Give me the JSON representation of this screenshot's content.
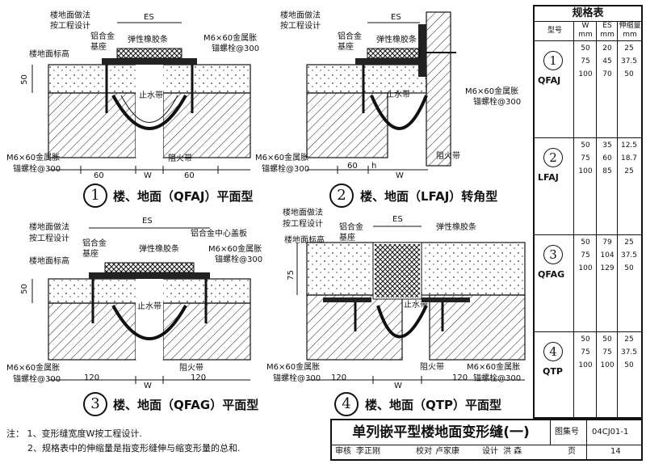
{
  "details": [
    {
      "id": "1",
      "caption": "楼、地面（QFAJ）平面型",
      "labels": {
        "practice": "楼地面做法",
        "practice2": "按工程设计",
        "floor_level": "楼地面标高",
        "al_base": "铝合金",
        "al_base2": "基座",
        "rubber": "弹性橡胶条",
        "bolt": "M6×60金属胀",
        "bolt2": "锚螺栓@300",
        "waterstop": "止水带",
        "fireproof": "阻火带",
        "bolt_left": "M6×60金属胀",
        "bolt_left2": "锚螺栓@300"
      },
      "dims": {
        "es": "ES",
        "w": "W",
        "left": "60",
        "right": "60",
        "depth": "50"
      }
    },
    {
      "id": "2",
      "caption": "楼、地面（LFAJ）转角型",
      "labels": {
        "practice": "楼地面做法",
        "practice2": "按工程设计",
        "al_base": "铝合金",
        "al_base2": "基座",
        "rubber": "弹性橡胶条",
        "bolt": "M6×60金属胀",
        "bolt2": "锚螺栓@300",
        "waterstop": "止水带",
        "fireproof": "阻火带",
        "bolt_left": "M6×60金属胀",
        "bolt_left2": "锚螺栓@300"
      },
      "dims": {
        "es": "ES",
        "w": "W",
        "left": "60",
        "h": "h"
      }
    },
    {
      "id": "3",
      "caption": "楼、地面（QFAG）平面型",
      "labels": {
        "practice": "楼地面做法",
        "practice2": "按工程设计",
        "floor_level": "楼地面标高",
        "al_base": "铝合金",
        "al_base2": "基座",
        "rubber": "弹性橡胶条",
        "center_plate": "铝合金中心盖板",
        "bolt": "M6×60金属胀",
        "bolt2": "锚螺栓@300",
        "waterstop": "止水带",
        "fireproof": "阻火带",
        "bolt_left": "M6×60金属胀",
        "bolt_left2": "锚螺栓@300"
      },
      "dims": {
        "es": "ES",
        "w": "W",
        "left": "120",
        "right": "120",
        "depth": "50"
      }
    },
    {
      "id": "4",
      "caption": "楼、地面（QTP）平面型",
      "labels": {
        "practice": "楼地面做法",
        "practice2": "按工程设计",
        "floor_level": "楼地面标高",
        "al_base": "铝合金",
        "al_base2": "基座",
        "rubber": "弹性橡胶条",
        "waterstop": "止水带",
        "fireproof": "阻火带",
        "bolt_left": "M6×60金属胀",
        "bolt_left2": "锚螺栓@300",
        "bolt_right": "M6×60金属胀",
        "bolt_right2": "锚螺栓@300"
      },
      "dims": {
        "es": "ES",
        "w": "W",
        "left": "120",
        "right": "120",
        "depth": "75"
      }
    }
  ],
  "spec_table": {
    "title": "规格表",
    "headers": {
      "type": "型号",
      "w": "W",
      "w_unit": "mm",
      "es": "ES",
      "es_unit": "mm",
      "stretch": "伸缩量",
      "stretch_unit": "mm"
    },
    "groups": [
      {
        "num": "1",
        "code": "QFAJ",
        "rows": [
          [
            "50",
            "20",
            "25"
          ],
          [
            "75",
            "45",
            "37.5"
          ],
          [
            "100",
            "70",
            "50"
          ]
        ]
      },
      {
        "num": "2",
        "code": "LFAJ",
        "rows": [
          [
            "50",
            "35",
            "12.5"
          ],
          [
            "75",
            "60",
            "18.7"
          ],
          [
            "100",
            "85",
            "25"
          ]
        ]
      },
      {
        "num": "3",
        "code": "QFAG",
        "rows": [
          [
            "50",
            "79",
            "25"
          ],
          [
            "75",
            "104",
            "37.5"
          ],
          [
            "100",
            "129",
            "50"
          ]
        ]
      },
      {
        "num": "4",
        "code": "QTP",
        "rows": [
          [
            "50",
            "50",
            "25"
          ],
          [
            "75",
            "75",
            "37.5"
          ],
          [
            "100",
            "100",
            "50"
          ]
        ]
      }
    ]
  },
  "notes": {
    "prefix": "注：",
    "n1": "1、变形缝宽度W按工程设计.",
    "n2": "2、规格表中的伸缩量是指变形缝伸与缩变形量的总和."
  },
  "title_block": {
    "title": "单列嵌平型楼地面变形缝(一)",
    "atlas_label": "图集号",
    "atlas_no": "04CJ01-1",
    "review_label": "审核",
    "reviewer": "李正刚",
    "check_label": "校对",
    "checker": "卢家康",
    "design_label": "设计",
    "designer": "洪 森",
    "page_label": "页",
    "page_no": "14"
  }
}
